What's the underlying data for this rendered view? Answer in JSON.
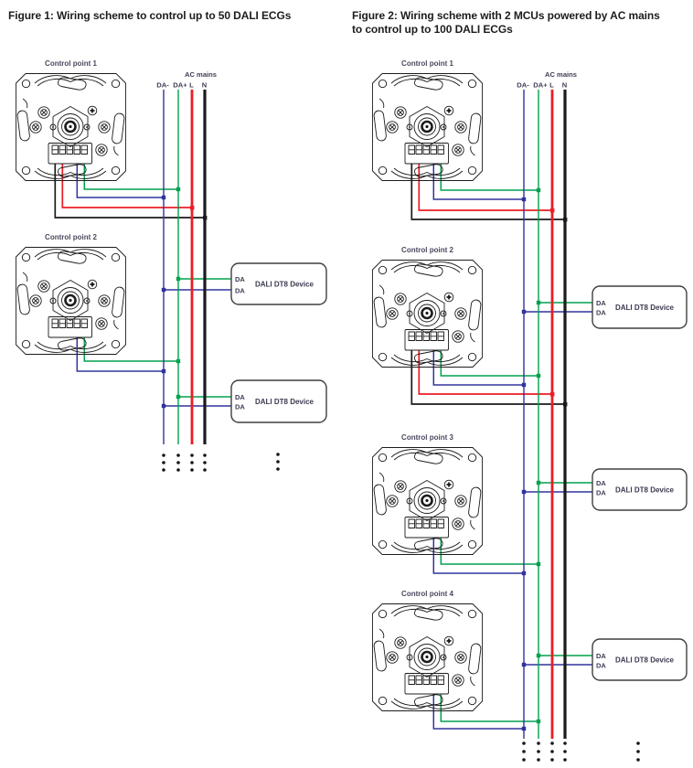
{
  "colors": {
    "da_minus_wire": "#31339e",
    "da_plus_wire": "#00a14e",
    "live_wire": "#ec1c24",
    "neutral_wire": "#1a1a1a"
  },
  "figures": [
    {
      "title": "Figure 1: Wiring scheme to control up to 50 DALI ECGs",
      "ac_mains_label": "AC mains",
      "bus_labels": {
        "da_minus": "DA-",
        "da_plus": "DA+",
        "live": "L",
        "neutral": "N"
      },
      "control_points": [
        {
          "label": "Control point 1"
        },
        {
          "label": "Control point 2"
        }
      ],
      "dali_devices": [
        {
          "port_top": "DA",
          "port_bottom": "DA",
          "label": "DALI DT8 Device"
        },
        {
          "port_top": "DA",
          "port_bottom": "DA",
          "label": "DALI DT8 Device"
        }
      ]
    },
    {
      "title": "Figure 2: Wiring scheme with 2 MCUs powered by AC mains to control up to 100 DALI ECGs",
      "ac_mains_label": "AC mains",
      "bus_labels": {
        "da_minus": "DA-",
        "da_plus": "DA+",
        "live": "L",
        "neutral": "N"
      },
      "control_points": [
        {
          "label": "Control point 1"
        },
        {
          "label": "Control point 2"
        },
        {
          "label": "Control point 3"
        },
        {
          "label": "Control point 4"
        }
      ],
      "dali_devices": [
        {
          "port_top": "DA",
          "port_bottom": "DA",
          "label": "DALI DT8 Device"
        },
        {
          "port_top": "DA",
          "port_bottom": "DA",
          "label": "DALI DT8 Device"
        },
        {
          "port_top": "DA",
          "port_bottom": "DA",
          "label": "DALI DT8 Device"
        }
      ]
    }
  ]
}
